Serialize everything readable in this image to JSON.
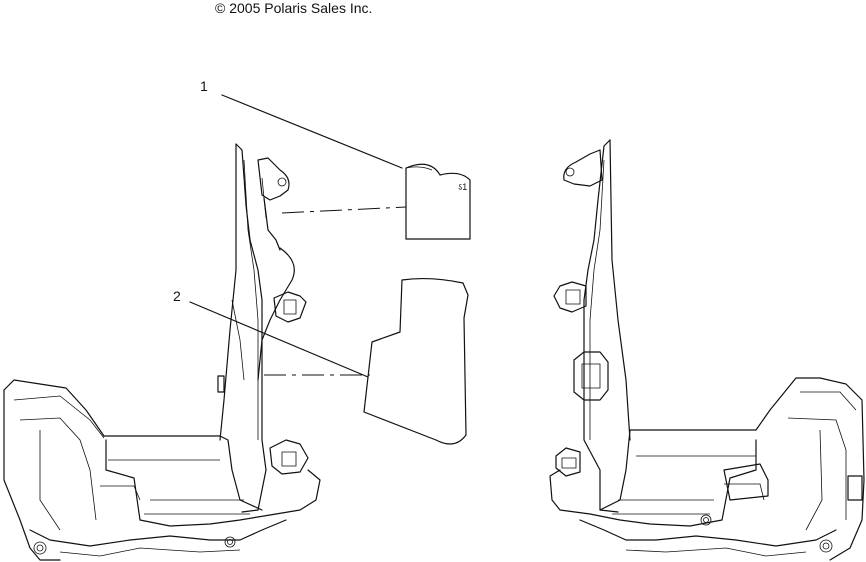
{
  "diagram": {
    "copyright": "© 2005 Polaris Sales Inc.",
    "callouts": [
      {
        "id": "1",
        "label": "1"
      },
      {
        "id": "2",
        "label": "2"
      }
    ],
    "panel_text": "ऽ1"
  }
}
